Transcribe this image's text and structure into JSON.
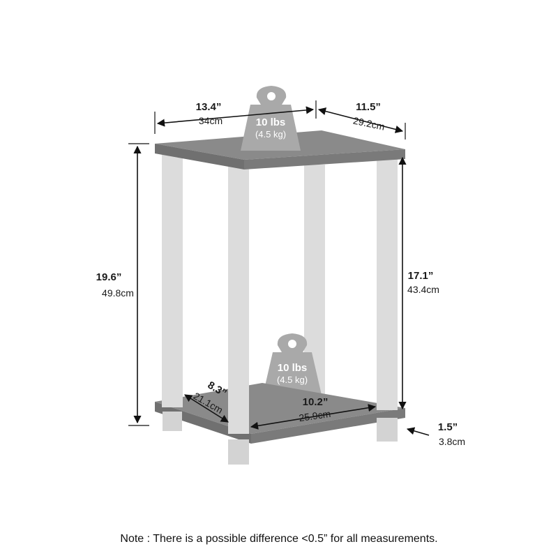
{
  "colors": {
    "shelf_top": "#8a8a8a",
    "shelf_edge": "#707070",
    "post": "#dcdcdc",
    "post_shade": "#cfcfcf",
    "weight": "#a9a9a9",
    "arrow": "#111111"
  },
  "icons": [
    "weight-icon",
    "arrow-icon"
  ],
  "dimensions": {
    "top_width": {
      "inch": "13.4”",
      "cm": "34cm"
    },
    "top_depth": {
      "inch": "11.5”",
      "cm": "29.2cm"
    },
    "total_height": {
      "inch": "19.6”",
      "cm": "49.8cm"
    },
    "inner_height": {
      "inch": "17.1”",
      "cm": "43.4cm"
    },
    "bottom_depth": {
      "inch": "8.3”",
      "cm": "21.1cm"
    },
    "bottom_width": {
      "inch": "10.2”",
      "cm": "25.9cm"
    },
    "foot_height": {
      "inch": "1.5”",
      "cm": "3.8cm"
    }
  },
  "weights": {
    "top": {
      "lbs": "10 lbs",
      "kg": "(4.5 kg)"
    },
    "bottom": {
      "lbs": "10 lbs",
      "kg": "(4.5 kg)"
    }
  },
  "note": "Note : There is a possible difference <0.5” for all measurements."
}
